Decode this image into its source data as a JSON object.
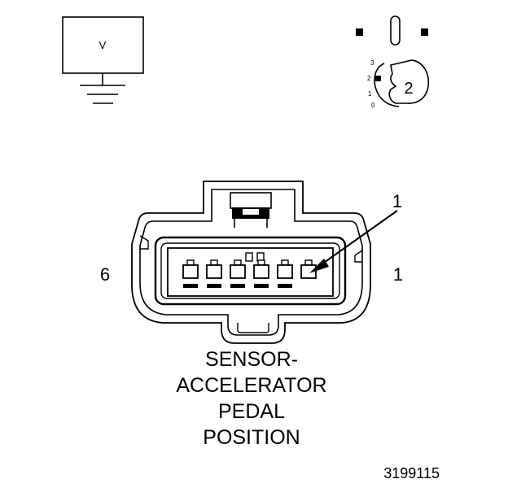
{
  "meter": {
    "label": "V"
  },
  "key_switch": {
    "positions": [
      "3",
      "2",
      "1",
      "0"
    ],
    "selected": "2"
  },
  "connector": {
    "pin_left_label": "6",
    "pin_right_label": "1",
    "callout_label": "1"
  },
  "caption": {
    "lines": [
      "SENSOR-",
      "ACCELERATOR",
      "PEDAL",
      "POSITION"
    ]
  },
  "figure_id": "3199115"
}
